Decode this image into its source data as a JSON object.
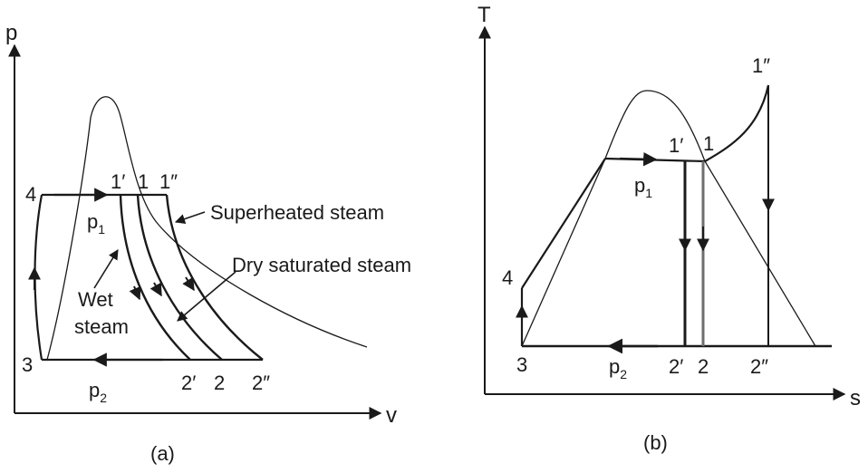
{
  "left": {
    "axis_y": "p",
    "axis_x": "v",
    "caption": "(a)",
    "points": {
      "p4": "4",
      "p3": "3",
      "p1p": "1′",
      "p1": "1",
      "p1pp": "1″",
      "p2p": "2′",
      "p2": "2",
      "p2pp": "2″"
    },
    "pressure_high": {
      "base": "p",
      "sub": "1"
    },
    "pressure_low": {
      "base": "p",
      "sub": "2"
    },
    "annotations": {
      "superheated": "Superheated steam",
      "dry_saturated": "Dry saturated steam",
      "wet_line1": "Wet",
      "wet_line2": "steam"
    }
  },
  "right": {
    "axis_y": "T",
    "axis_x": "s",
    "caption": "(b)",
    "points": {
      "p1pp": "1″",
      "p1p": "1′",
      "p1": "1",
      "p4": "4",
      "p3": "3",
      "p2p": "2′",
      "p2": "2",
      "p2pp": "2″"
    },
    "pressure_high": {
      "base": "p",
      "sub": "1"
    },
    "pressure_low": {
      "base": "p",
      "sub": "2"
    }
  }
}
